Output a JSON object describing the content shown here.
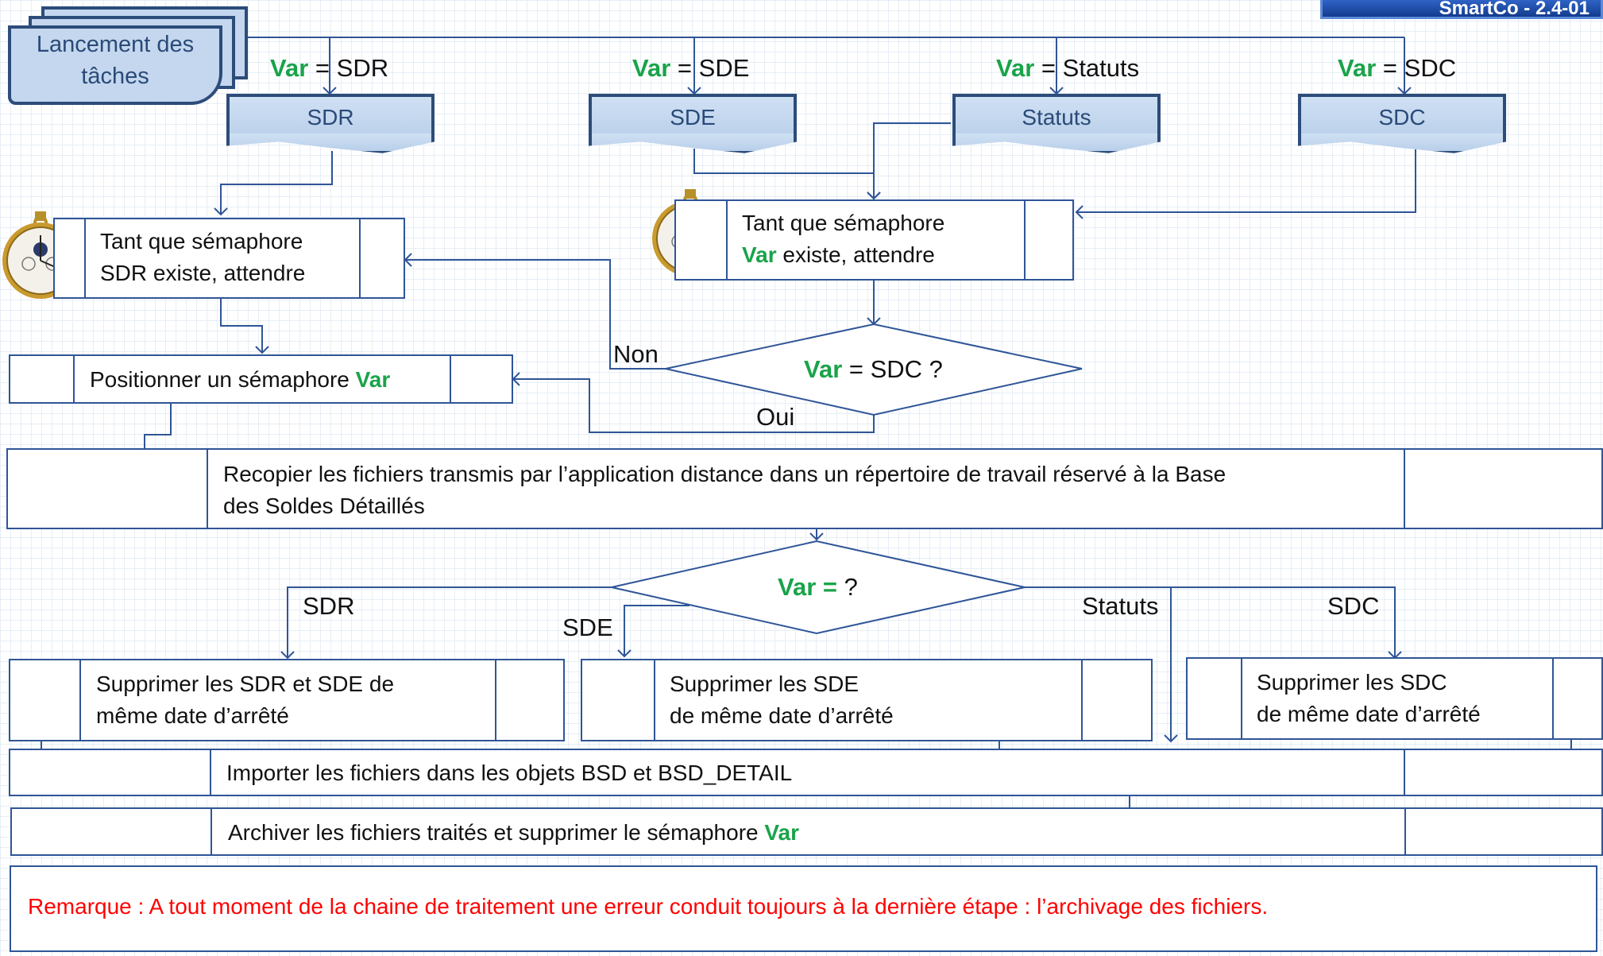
{
  "badge": {
    "text": "SmartCo - 2.4-01"
  },
  "start_box": {
    "line1": "Lancement des",
    "line2": "tâches"
  },
  "var_assignments": [
    {
      "var": "Var",
      "eq": "=",
      "value": "SDR"
    },
    {
      "var": "Var",
      "eq": "=",
      "value": "SDE"
    },
    {
      "var": "Var",
      "eq": "=",
      "value": "Statuts"
    },
    {
      "var": "Var",
      "eq": "=",
      "value": "SDC"
    }
  ],
  "task_boxes": [
    "SDR",
    "SDE",
    "Statuts",
    "SDC"
  ],
  "wait_sdr": {
    "line1": "Tant que sémaphore",
    "line2": "SDR existe, attendre"
  },
  "wait_var": {
    "line1": "Tant que sémaphore",
    "line2_var": "Var",
    "line2_rest": " existe, attendre"
  },
  "set_semaphore": {
    "text": "Positionner un sémaphore ",
    "var": "Var"
  },
  "decision_sdc": {
    "var": "Var",
    "rest": " = SDC ?",
    "label_no": "Non",
    "label_yes": "Oui"
  },
  "copy_files": {
    "line1": "Recopier les fichiers transmis par l’application distance dans un répertoire de travail réservé à la Base",
    "line2": "des Soldes Détaillés"
  },
  "decision_var": {
    "var": "Var =",
    "rest": " ?",
    "branches": [
      "SDR",
      "SDE",
      "Statuts",
      "SDC"
    ]
  },
  "delete_boxes": [
    {
      "line1": "Supprimer les SDR et SDE de",
      "line2": "même date d’arrêté"
    },
    {
      "line1": "Supprimer les SDE",
      "line2": "de même date d’arrêté"
    },
    {
      "line1": "Supprimer les SDC",
      "line2": "de même date d’arrêté"
    }
  ],
  "import_box": {
    "text": "Importer les fichiers dans les objets BSD et BSD_DETAIL"
  },
  "archive_box": {
    "text": "Archiver les fichiers traités et supprimer le sémaphore ",
    "var": "Var"
  },
  "remark": {
    "text": "Remarque : A tout  moment de la chaine de traitement une erreur conduit toujours à la dernière étape : l’archivage des fichiers."
  },
  "colors": {
    "box_border": "#2f5597",
    "var_green": "#1aa34a",
    "remark_red": "#ff0000",
    "doc_fill": "#c4d7ee"
  }
}
